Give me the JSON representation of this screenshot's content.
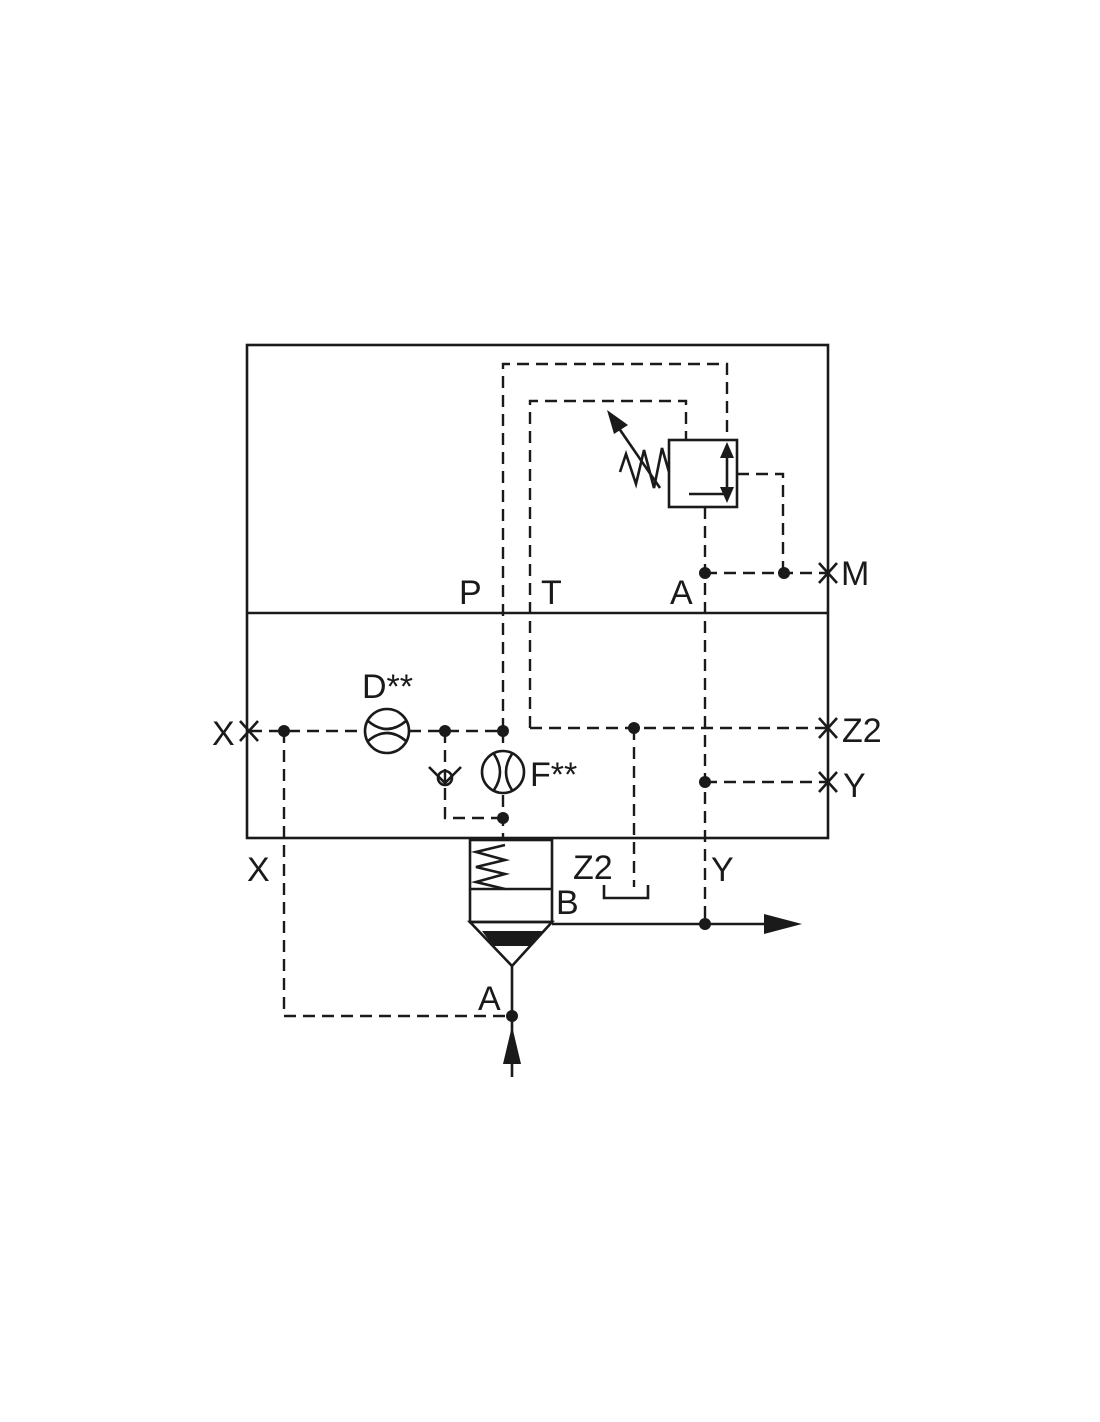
{
  "labels": {
    "upper_p": "P",
    "upper_t": "T",
    "upper_a": "A",
    "port_m": "M",
    "port_x_left": "X",
    "port_z2_right": "Z2",
    "port_y_right": "Y",
    "orifice_d": "D**",
    "orifice_f": "F**",
    "lower_x": "X",
    "lower_z2": "Z2",
    "lower_y": "Y",
    "lower_b": "B",
    "lower_a": "A"
  },
  "colors": {
    "line": "#1a1a1a",
    "background": "#ffffff"
  }
}
